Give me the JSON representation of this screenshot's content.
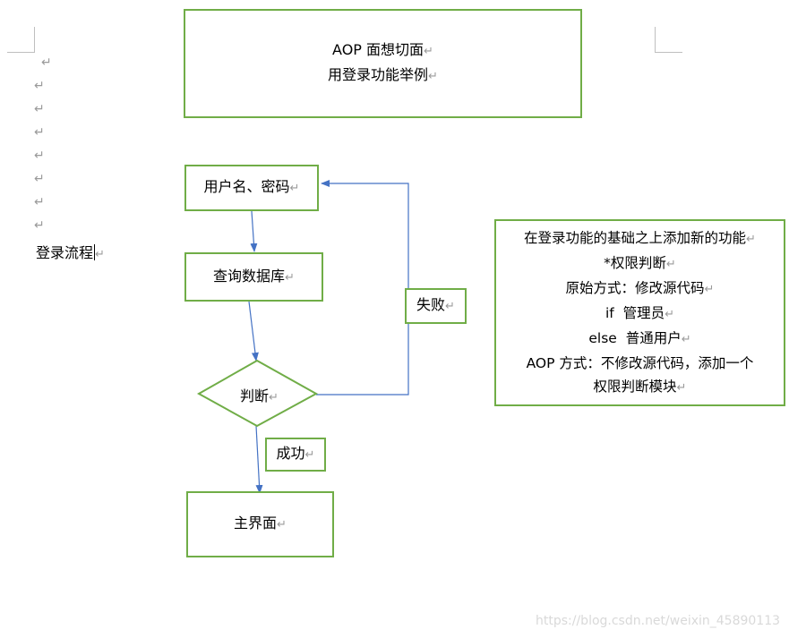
{
  "title_box": {
    "line1": "AOP 面想切面",
    "line2": "用登录功能举例"
  },
  "paragraph_mark": "↵",
  "side_label": "登录流程",
  "flow": {
    "step1": "用户名、密码",
    "step2": "查询数据库",
    "decision": "判断",
    "fail": "失败",
    "success": "成功",
    "main": "主界面"
  },
  "note": {
    "lines": [
      "在登录功能的基础之上添加新的功能",
      "*权限判断",
      "原始方式：修改源代码",
      "if  管理员",
      "else  普通用户",
      "AOP 方式：不修改源代码，添加一个",
      "权限判断模块"
    ]
  },
  "watermark": "https://blog.csdn.net/weixin_45890113",
  "colors": {
    "box_border": "#70ad47",
    "arrow": "#4472c4"
  }
}
